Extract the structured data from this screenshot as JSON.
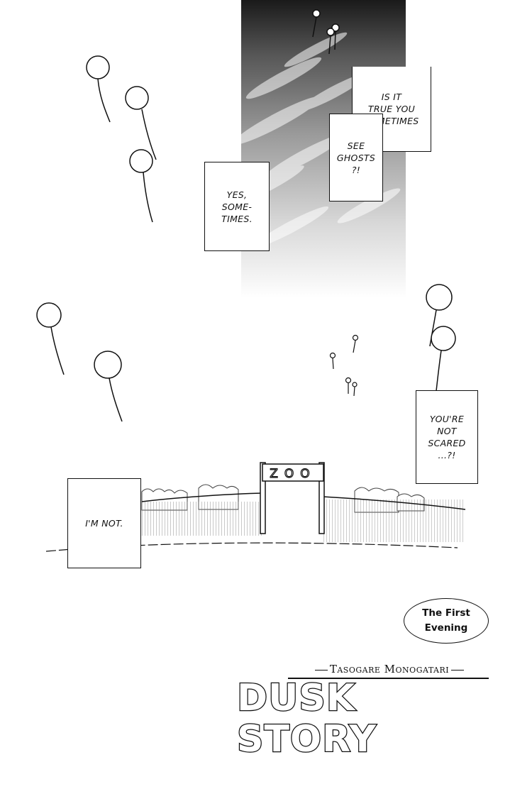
{
  "speech": {
    "ghosts_question_part1": "IS IT\nTRUE YOU\nSOMETIMES",
    "ghosts_question_part2": "SEE\nGHOSTS\n?!",
    "yes_answer": "YES,\nSOME-\nTIMES.",
    "not_scared_question": "YOU'RE\nNOT\nSCARED\n...?!",
    "not_answer": "I'M NOT."
  },
  "zoo_sign": "ZOO",
  "chapter": {
    "line1": "The First",
    "line2": "Evening"
  },
  "series": {
    "subtitle": "Tasogare Monogatari",
    "title": "DUSK STORY"
  }
}
